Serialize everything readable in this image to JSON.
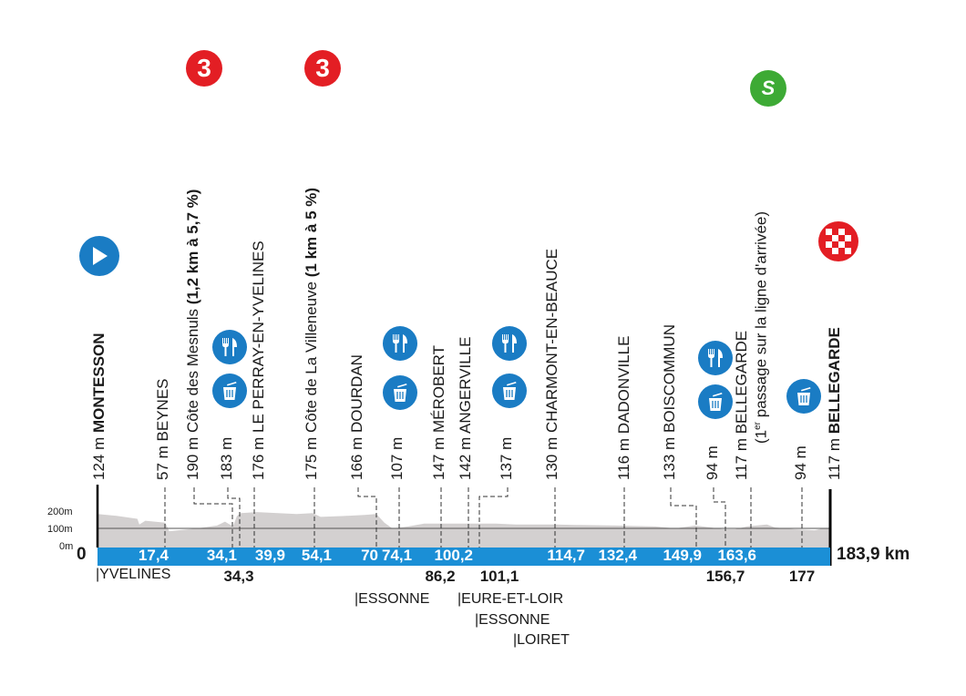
{
  "colors": {
    "bar": "#1b8fd6",
    "profile": "#d3d0d0",
    "icon": "#1a7cc4",
    "climb": "#e31e24",
    "sprint": "#3daa35",
    "finish": "#e31e24"
  },
  "chart_data": {
    "type": "area",
    "title": "",
    "xlabel": "km",
    "ylabel": "m",
    "xlim": [
      0,
      183.9
    ],
    "ylim": [
      0,
      200
    ],
    "y_ticks": [
      "200m",
      "100m",
      "0m"
    ],
    "start_label": "0",
    "end_label": "183,9 km",
    "profile": [
      [
        0,
        175
      ],
      [
        5,
        165
      ],
      [
        10,
        150
      ],
      [
        10.5,
        120
      ],
      [
        12,
        140
      ],
      [
        17,
        130
      ],
      [
        18,
        85
      ],
      [
        25,
        100
      ],
      [
        30,
        115
      ],
      [
        32,
        135
      ],
      [
        34,
        110
      ],
      [
        35,
        165
      ],
      [
        36,
        180
      ],
      [
        40,
        185
      ],
      [
        50,
        175
      ],
      [
        54,
        180
      ],
      [
        56,
        160
      ],
      [
        62,
        165
      ],
      [
        67,
        170
      ],
      [
        70,
        175
      ],
      [
        72,
        130
      ],
      [
        74,
        100
      ],
      [
        78,
        110
      ],
      [
        82,
        125
      ],
      [
        90,
        125
      ],
      [
        100,
        125
      ],
      [
        105,
        120
      ],
      [
        115,
        120
      ],
      [
        120,
        118
      ],
      [
        130,
        115
      ],
      [
        140,
        110
      ],
      [
        145,
        100
      ],
      [
        150,
        115
      ],
      [
        154,
        105
      ],
      [
        157,
        95
      ],
      [
        160,
        95
      ],
      [
        163,
        110
      ],
      [
        168,
        120
      ],
      [
        170,
        105
      ],
      [
        175,
        95
      ],
      [
        180,
        90
      ],
      [
        182,
        100
      ],
      [
        183.9,
        100
      ]
    ],
    "km_in_bar": [
      "17,4",
      "34,1",
      "39,9",
      "54,1",
      "70",
      "74,1",
      "100,2",
      "114,7",
      "132,4",
      "149,9",
      "163,6"
    ],
    "km_below": [
      "34,3",
      "86,2",
      "101,1",
      "156,7",
      "177"
    ],
    "departments": [
      "|YVELINES",
      "|ESSONNE",
      "|EURE-ET-LOIR",
      "|ESSONNE",
      "|LOIRET"
    ]
  },
  "labels": [
    {
      "elev": "124 m",
      "name": "MONTESSON",
      "bold": true,
      "km": 0,
      "marker": "start"
    },
    {
      "elev": "57 m",
      "name": "BEYNES",
      "km": 17.4
    },
    {
      "elev": "190 m",
      "name": "Côte des Mesnuls",
      "detail": "(1,2 km à 5,7 %)",
      "km": 34.1,
      "climb": "3"
    },
    {
      "elev": "183 m",
      "name": "",
      "km": 34.3,
      "icons": [
        "feed",
        "waste"
      ]
    },
    {
      "elev": "176 m",
      "name": "LE PERRAY-EN-YVELINES",
      "km": 39.9
    },
    {
      "elev": "175 m",
      "name": "Côte de La Villeneuve",
      "detail": "(1 km à 5 %)",
      "km": 54.1,
      "climb": "3"
    },
    {
      "elev": "166 m",
      "name": "DOURDAN",
      "km": 70
    },
    {
      "elev": "107 m",
      "name": "",
      "km": 74.1,
      "icons": [
        "feed",
        "waste"
      ]
    },
    {
      "elev": "147 m",
      "name": "MÉROBERT",
      "km": 86.2
    },
    {
      "elev": "142 m",
      "name": "ANGERVILLE",
      "km": 100.2
    },
    {
      "elev": "137 m",
      "name": "",
      "km": 101.1,
      "icons": [
        "feed",
        "waste"
      ]
    },
    {
      "elev": "130 m",
      "name": "CHARMONT-EN-BEAUCE",
      "km": 114.7
    },
    {
      "elev": "116 m",
      "name": "DADONVILLE",
      "km": 132.4
    },
    {
      "elev": "133 m",
      "name": "BOISCOMMUN",
      "km": 149.9
    },
    {
      "elev": "94 m",
      "name": "",
      "km": 156.7,
      "icons": [
        "feed",
        "waste"
      ]
    },
    {
      "elev": "117 m",
      "name": "BELLEGARDE",
      "line2a": "(1",
      "line2sup": "er",
      "line2b": " passage sur la ligne d'arrivée)",
      "km": 163.6,
      "marker": "sprint",
      "sprint_letter": "S"
    },
    {
      "elev": "94 m",
      "name": "",
      "km": 177,
      "icons": [
        "waste"
      ]
    },
    {
      "elev": "117 m",
      "name": "BELLEGARDE",
      "bold": true,
      "km": 183.9,
      "marker": "finish"
    }
  ]
}
